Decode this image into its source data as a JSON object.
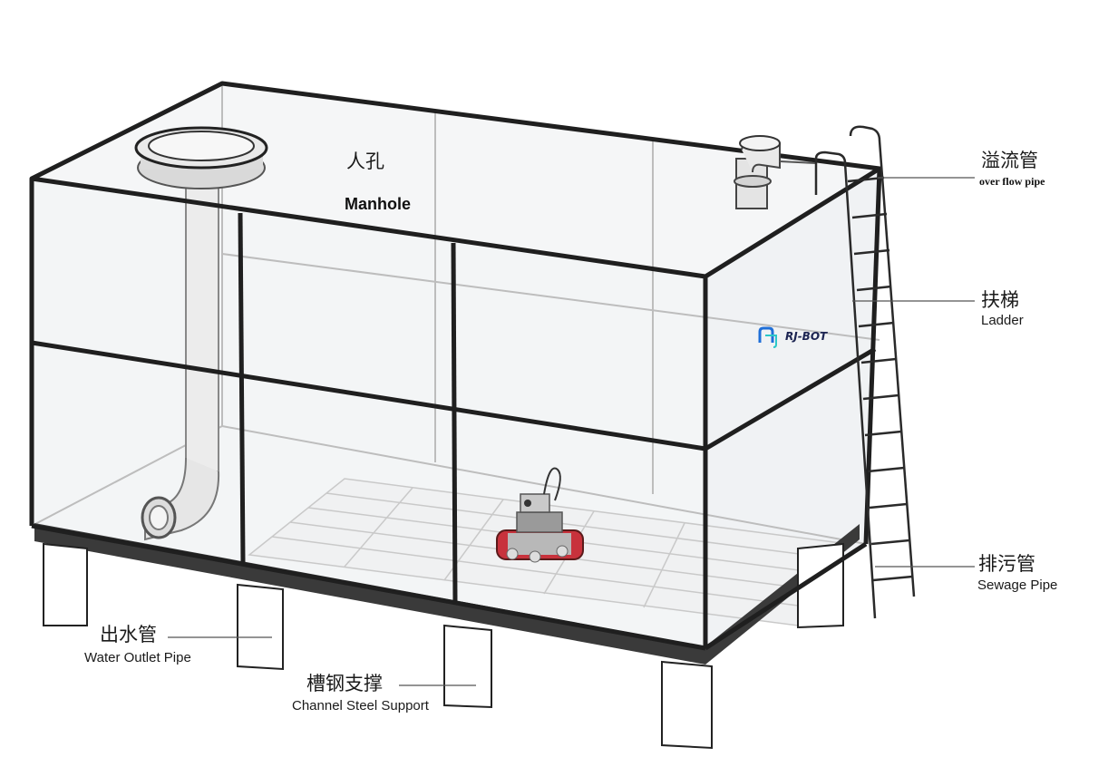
{
  "labels": {
    "manhole_zh": "人孔",
    "manhole_en": "Manhole",
    "overflow_zh": "溢流管",
    "overflow_en": "over flow pipe",
    "ladder_zh": "扶梯",
    "ladder_en": "Ladder",
    "sewage_zh": "排污管",
    "sewage_en": "Sewage Pipe",
    "outlet_zh": "出水管",
    "outlet_en": "Water Outlet Pipe",
    "support_zh": "槽钢支撑",
    "support_en": "Channel Steel Support"
  },
  "brand": {
    "name": "RJ-BOT",
    "logo_icon": "rj-bot-logo-icon"
  },
  "colors": {
    "frame": "#1f1f1f",
    "glass": "#f3f5f6",
    "leader": "#555555",
    "robot_tracks": "#c8323c",
    "brand_blue": "#1f6fd8"
  }
}
